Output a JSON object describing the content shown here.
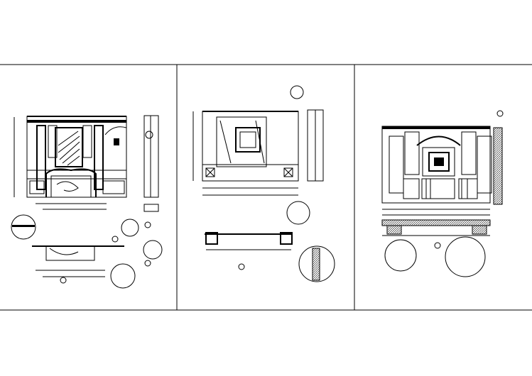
{
  "colors": {
    "background": "#ffffff",
    "ink": "#000000"
  },
  "sheets": [
    {
      "index": 1,
      "content": "fireplace-elevation"
    },
    {
      "index": 2,
      "content": "tv-wall-elevation"
    },
    {
      "index": 3,
      "content": "panel-wall-elevation"
    }
  ],
  "icons": [
    "detail-callout-icon",
    "section-marker-icon"
  ]
}
